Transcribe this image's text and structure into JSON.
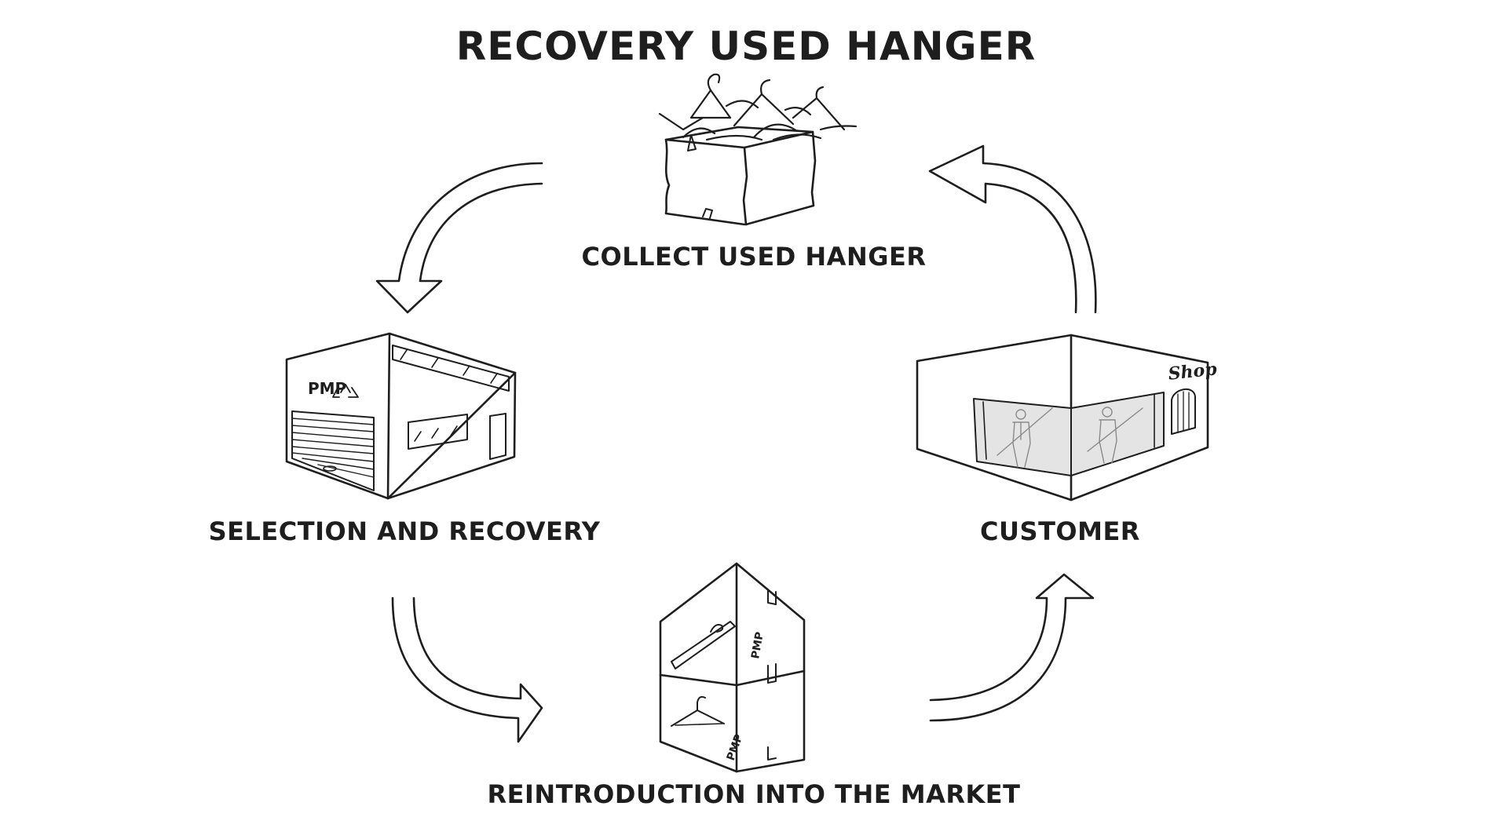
{
  "title": "RECOVERY USED HANGER",
  "steps": {
    "collect": "COLLECT USED HANGER",
    "selection": "SELECTION AND RECOVERY",
    "customer": "CUSTOMER",
    "reintroduction": "REINTRODUCTION INTO THE MARKET"
  },
  "building": {
    "logo": "PMP",
    "recycle_icon": "recycle-icon"
  },
  "shop": {
    "sign": "Shop"
  },
  "boxes": {
    "brand": "PMP"
  },
  "colors": {
    "ink": "#1e1e1e",
    "glass": "#e4e4e4"
  }
}
